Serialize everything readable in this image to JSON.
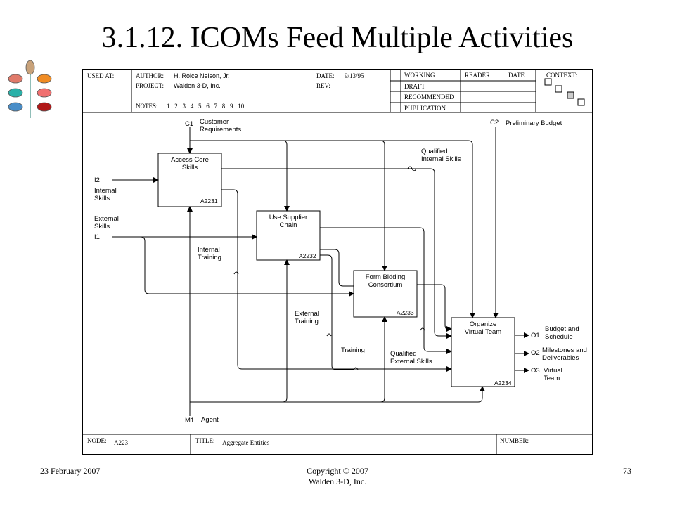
{
  "slide": {
    "title": "3.1.12. ICOMs Feed Multiple Activities"
  },
  "header": {
    "used_at_label": "USED AT:",
    "author_label": "AUTHOR:",
    "author_value": "H. Roice Nelson, Jr.",
    "project_label": "PROJECT:",
    "project_value": "Walden 3-D, Inc.",
    "date_label": "DATE:",
    "date_value": "9/13/95",
    "rev_label": "REV:",
    "notes_label": "NOTES:",
    "notes_numbers": "1   2   3   4   5   6   7   8   9   10",
    "status": [
      "WORKING",
      "DRAFT",
      "RECOMMENDED",
      "PUBLICATION"
    ],
    "reader_label": "READER",
    "reader_date_label": "DATE",
    "context_label": "CONTEXT:"
  },
  "activities": [
    {
      "title_line1": "Access Core",
      "title_line2": "Skills",
      "node": "A2231"
    },
    {
      "title_line1": "Use Supplier",
      "title_line2": "Chain",
      "node": "A2232"
    },
    {
      "title_line1": "Form Bidding",
      "title_line2": "Consortium",
      "node": "A2233"
    },
    {
      "title_line1": "Organize",
      "title_line2": "Virtual Team",
      "node": "A2234"
    }
  ],
  "icoms": {
    "c1_code": "C1",
    "c1_line1": "Customer",
    "c1_line2": "Requirements",
    "c2_code": "C2",
    "c2_label": "Preliminary Budget",
    "i2_code": "I2",
    "i2_line1": "Internal",
    "i2_line2": "Skills",
    "i1_code": "I1",
    "i1_line1": "External",
    "i1_line2": "Skills",
    "m1_code": "M1",
    "m1_label": "Agent",
    "o1_code": "O1",
    "o1_line1": "Budget and",
    "o1_line2": "Schedule",
    "o2_code": "O2",
    "o2_line1": "Milestones and",
    "o2_line2": "Deliverables",
    "o3_code": "O3",
    "o3_line1": "Virtual",
    "o3_line2": "Team"
  },
  "internal_labels": {
    "qualified_internal_line1": "Qualified",
    "qualified_internal_line2": "Internal Skills",
    "internal_training_line1": "Internal",
    "internal_training_line2": "Training",
    "external_training_line1": "External",
    "external_training_line2": "Training",
    "training": "Training",
    "qualified_external_line1": "Qualified",
    "qualified_external_line2": "External Skills"
  },
  "bottom_bar": {
    "node_label": "NODE:",
    "node_value": "A223",
    "title_label": "TITLE:",
    "title_value": "Aggregate Entities",
    "number_label": "NUMBER:"
  },
  "footer": {
    "date": "23 February 2007",
    "copyright_line1": "Copyright © 2007",
    "copyright_line2": "Walden 3-D, Inc.",
    "page_number": "73"
  },
  "logo": {
    "colors": [
      "#c8a27a",
      "#f08c24",
      "#2ab0a8",
      "#f07070",
      "#4a8ec8",
      "#b01818"
    ]
  }
}
